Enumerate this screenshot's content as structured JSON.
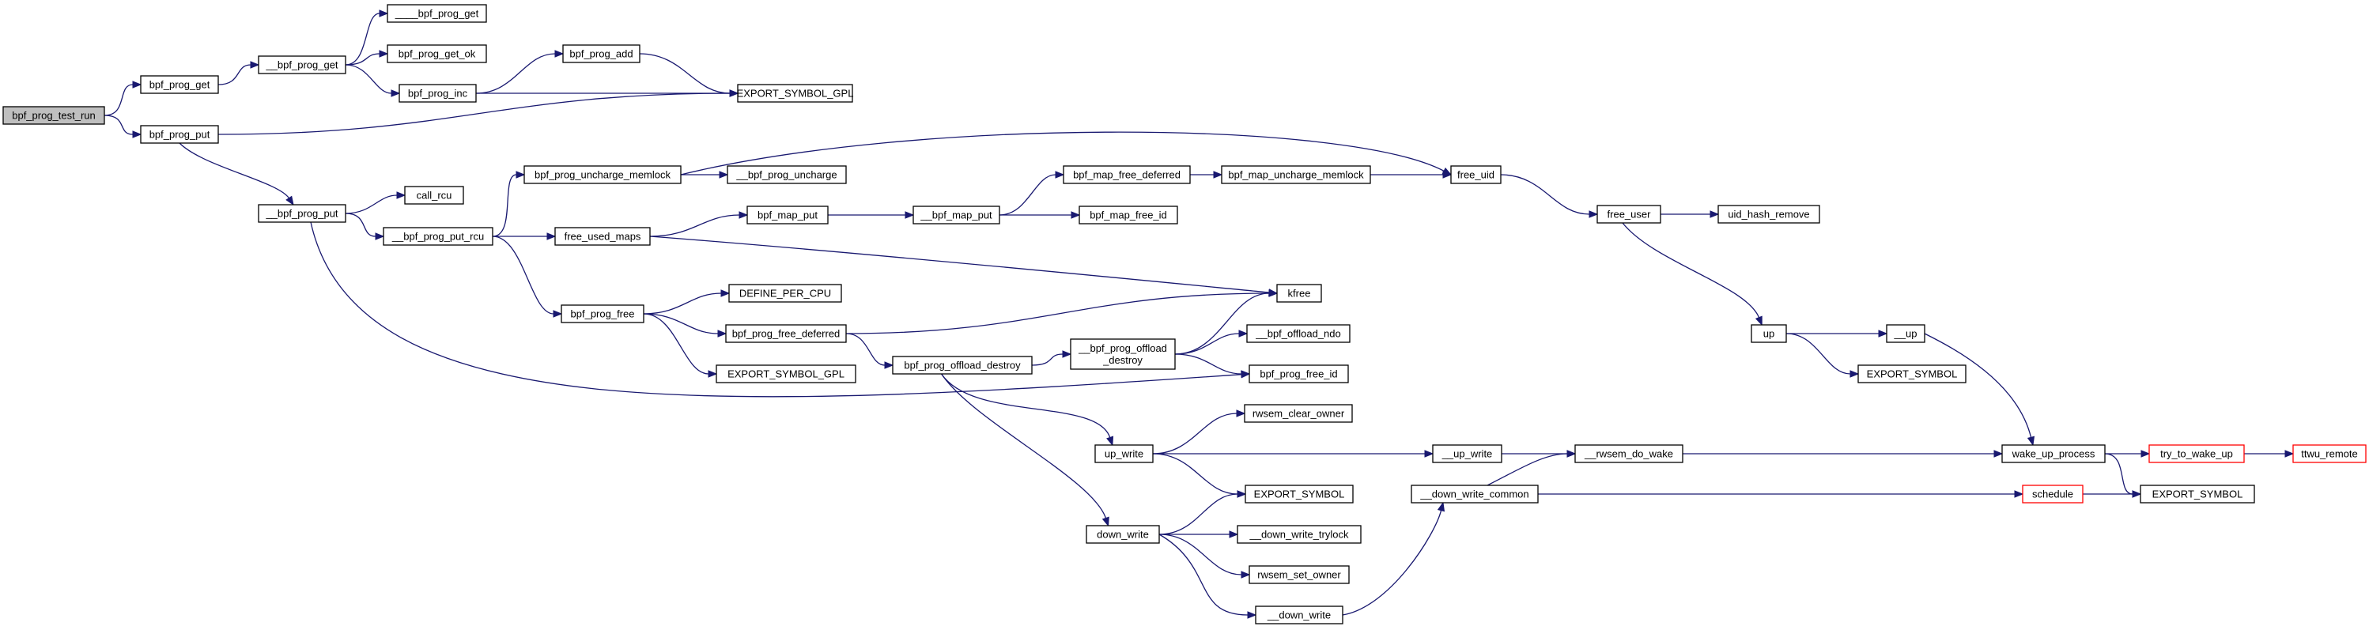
{
  "colors": {
    "edge": "#191970",
    "node_border": "#000000",
    "truncated_border": "#ff0000",
    "root_fill": "#bfbfbf",
    "node_fill": "#ffffff"
  },
  "nodes": [
    {
      "id": "bpf_prog_test_run",
      "label": "bpf_prog_test_run",
      "root": true
    },
    {
      "id": "bpf_prog_get",
      "label": "bpf_prog_get"
    },
    {
      "id": "bpf_prog_put",
      "label": "bpf_prog_put"
    },
    {
      "id": "__bpf_prog_get",
      "label": "__bpf_prog_get"
    },
    {
      "id": "____bpf_prog_get",
      "label": "____bpf_prog_get"
    },
    {
      "id": "bpf_prog_get_ok",
      "label": "bpf_prog_get_ok"
    },
    {
      "id": "bpf_prog_inc",
      "label": "bpf_prog_inc"
    },
    {
      "id": "bpf_prog_add",
      "label": "bpf_prog_add"
    },
    {
      "id": "EXPORT_SYMBOL_GPL_1",
      "label": "EXPORT_SYMBOL_GPL"
    },
    {
      "id": "__bpf_prog_put",
      "label": "__bpf_prog_put"
    },
    {
      "id": "call_rcu",
      "label": "call_rcu"
    },
    {
      "id": "__bpf_prog_put_rcu",
      "label": "__bpf_prog_put_rcu"
    },
    {
      "id": "bpf_prog_uncharge_memlock",
      "label": "bpf_prog_uncharge_memlock"
    },
    {
      "id": "__bpf_prog_uncharge",
      "label": "__bpf_prog_uncharge"
    },
    {
      "id": "free_used_maps",
      "label": "free_used_maps"
    },
    {
      "id": "bpf_map_put",
      "label": "bpf_map_put"
    },
    {
      "id": "__bpf_map_put",
      "label": "__bpf_map_put"
    },
    {
      "id": "bpf_map_free_deferred",
      "label": "bpf_map_free_deferred"
    },
    {
      "id": "bpf_map_free_id",
      "label": "bpf_map_free_id"
    },
    {
      "id": "bpf_map_uncharge_memlock",
      "label": "bpf_map_uncharge_memlock"
    },
    {
      "id": "free_uid",
      "label": "free_uid"
    },
    {
      "id": "free_user",
      "label": "free_user"
    },
    {
      "id": "uid_hash_remove",
      "label": "uid_hash_remove"
    },
    {
      "id": "bpf_prog_free",
      "label": "bpf_prog_free"
    },
    {
      "id": "DEFINE_PER_CPU",
      "label": "DEFINE_PER_CPU"
    },
    {
      "id": "bpf_prog_free_deferred",
      "label": "bpf_prog_free_deferred"
    },
    {
      "id": "EXPORT_SYMBOL_GPL_2",
      "label": "EXPORT_SYMBOL_GPL"
    },
    {
      "id": "kfree",
      "label": "kfree"
    },
    {
      "id": "bpf_prog_offload_destroy",
      "label": "bpf_prog_offload_destroy"
    },
    {
      "id": "__bpf_prog_offload_destroy",
      "label": "__bpf_prog_offload\n_destroy"
    },
    {
      "id": "__bpf_offload_ndo",
      "label": "__bpf_offload_ndo"
    },
    {
      "id": "bpf_prog_free_id",
      "label": "bpf_prog_free_id"
    },
    {
      "id": "up",
      "label": "up"
    },
    {
      "id": "__up",
      "label": "__up"
    },
    {
      "id": "EXPORT_SYMBOL_up",
      "label": "EXPORT_SYMBOL"
    },
    {
      "id": "rwsem_clear_owner",
      "label": "rwsem_clear_owner"
    },
    {
      "id": "up_write",
      "label": "up_write"
    },
    {
      "id": "__up_write",
      "label": "__up_write"
    },
    {
      "id": "__rwsem_do_wake",
      "label": "__rwsem_do_wake"
    },
    {
      "id": "wake_up_process",
      "label": "wake_up_process"
    },
    {
      "id": "try_to_wake_up",
      "label": "try_to_wake_up",
      "truncated": true
    },
    {
      "id": "ttwu_remote",
      "label": "ttwu_remote",
      "truncated": true
    },
    {
      "id": "EXPORT_SYMBOL_mid",
      "label": "EXPORT_SYMBOL"
    },
    {
      "id": "__down_write_common",
      "label": "__down_write_common"
    },
    {
      "id": "schedule",
      "label": "schedule",
      "truncated": true
    },
    {
      "id": "EXPORT_SYMBOL_right",
      "label": "EXPORT_SYMBOL"
    },
    {
      "id": "down_write",
      "label": "down_write"
    },
    {
      "id": "__down_write_trylock",
      "label": "__down_write_trylock"
    },
    {
      "id": "rwsem_set_owner",
      "label": "rwsem_set_owner"
    },
    {
      "id": "__down_write",
      "label": "__down_write"
    }
  ],
  "edges": [
    [
      "bpf_prog_test_run",
      "bpf_prog_get"
    ],
    [
      "bpf_prog_test_run",
      "bpf_prog_put"
    ],
    [
      "bpf_prog_get",
      "__bpf_prog_get"
    ],
    [
      "__bpf_prog_get",
      "____bpf_prog_get"
    ],
    [
      "__bpf_prog_get",
      "bpf_prog_get_ok"
    ],
    [
      "__bpf_prog_get",
      "bpf_prog_inc"
    ],
    [
      "bpf_prog_inc",
      "bpf_prog_add"
    ],
    [
      "bpf_prog_inc",
      "EXPORT_SYMBOL_GPL_1"
    ],
    [
      "bpf_prog_add",
      "EXPORT_SYMBOL_GPL_1"
    ],
    [
      "bpf_prog_put",
      "EXPORT_SYMBOL_GPL_1"
    ],
    [
      "bpf_prog_put",
      "__bpf_prog_put"
    ],
    [
      "__bpf_prog_put",
      "call_rcu"
    ],
    [
      "__bpf_prog_put",
      "__bpf_prog_put_rcu"
    ],
    [
      "__bpf_prog_put",
      "bpf_prog_free_id"
    ],
    [
      "__bpf_prog_put_rcu",
      "bpf_prog_uncharge_memlock"
    ],
    [
      "__bpf_prog_put_rcu",
      "free_used_maps"
    ],
    [
      "__bpf_prog_put_rcu",
      "bpf_prog_free"
    ],
    [
      "bpf_prog_uncharge_memlock",
      "__bpf_prog_uncharge"
    ],
    [
      "bpf_prog_uncharge_memlock",
      "free_uid"
    ],
    [
      "free_used_maps",
      "bpf_map_put"
    ],
    [
      "free_used_maps",
      "kfree"
    ],
    [
      "bpf_map_put",
      "__bpf_map_put"
    ],
    [
      "__bpf_map_put",
      "bpf_map_free_deferred"
    ],
    [
      "__bpf_map_put",
      "bpf_map_free_id"
    ],
    [
      "bpf_map_free_deferred",
      "bpf_map_uncharge_memlock"
    ],
    [
      "bpf_map_uncharge_memlock",
      "free_uid"
    ],
    [
      "free_uid",
      "free_user"
    ],
    [
      "free_user",
      "uid_hash_remove"
    ],
    [
      "free_user",
      "up"
    ],
    [
      "up",
      "__up"
    ],
    [
      "up",
      "EXPORT_SYMBOL_up"
    ],
    [
      "__up",
      "wake_up_process"
    ],
    [
      "bpf_prog_free",
      "DEFINE_PER_CPU"
    ],
    [
      "bpf_prog_free",
      "bpf_prog_free_deferred"
    ],
    [
      "bpf_prog_free",
      "EXPORT_SYMBOL_GPL_2"
    ],
    [
      "bpf_prog_free_deferred",
      "kfree"
    ],
    [
      "bpf_prog_free_deferred",
      "bpf_prog_offload_destroy"
    ],
    [
      "bpf_prog_offload_destroy",
      "__bpf_prog_offload_destroy"
    ],
    [
      "bpf_prog_offload_destroy",
      "up_write"
    ],
    [
      "bpf_prog_offload_destroy",
      "down_write"
    ],
    [
      "__bpf_prog_offload_destroy",
      "kfree"
    ],
    [
      "__bpf_prog_offload_destroy",
      "__bpf_offload_ndo"
    ],
    [
      "__bpf_prog_offload_destroy",
      "bpf_prog_free_id"
    ],
    [
      "up_write",
      "rwsem_clear_owner"
    ],
    [
      "up_write",
      "__up_write"
    ],
    [
      "up_write",
      "EXPORT_SYMBOL_mid"
    ],
    [
      "__up_write",
      "__rwsem_do_wake"
    ],
    [
      "__rwsem_do_wake",
      "wake_up_process"
    ],
    [
      "wake_up_process",
      "try_to_wake_up"
    ],
    [
      "wake_up_process",
      "EXPORT_SYMBOL_right"
    ],
    [
      "try_to_wake_up",
      "ttwu_remote"
    ],
    [
      "down_write",
      "EXPORT_SYMBOL_mid"
    ],
    [
      "down_write",
      "__down_write_trylock"
    ],
    [
      "down_write",
      "rwsem_set_owner"
    ],
    [
      "down_write",
      "__down_write"
    ],
    [
      "__down_write",
      "__down_write_common"
    ],
    [
      "__down_write_common",
      "__rwsem_do_wake"
    ],
    [
      "__down_write_common",
      "schedule"
    ],
    [
      "schedule",
      "EXPORT_SYMBOL_right"
    ]
  ]
}
